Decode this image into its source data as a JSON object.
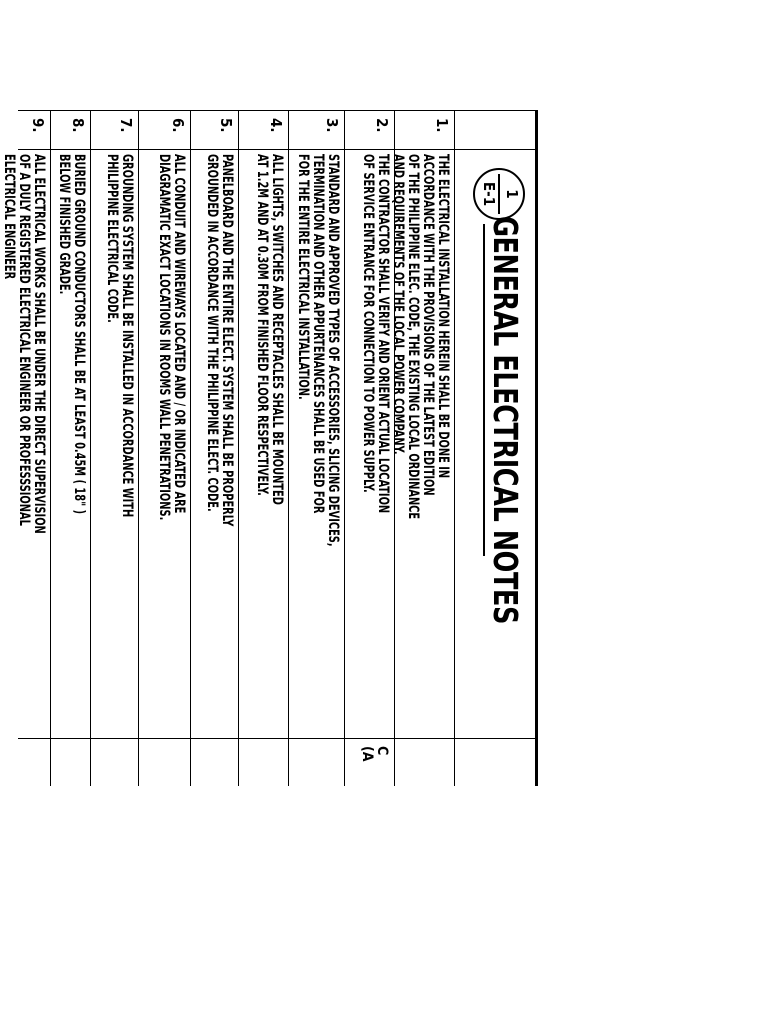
{
  "sheet": {
    "title": "GENERAL ELECTRICAL NOTES",
    "ref_number": "1",
    "ref_sheet": "E-1"
  },
  "notes": [
    {
      "num": "1.",
      "text": "THE ELECTRICAL INSTALLATION HEREIN SHALL BE DONE IN\nACCORDANCE WITH THE PROVISIONS OF THE LATEST EDITION\nOF THE PHILIPPINE ELEC. CODE, THE EXISTING LOCAL ORDINANCE\nAND REQUIREMENTS OF THE LOCAL POWER COMPANY."
    },
    {
      "num": "2.",
      "text": "THE CONTRACTOR SHALL VERIFY AND ORIENT ACTUAL LOCATION\nOF SERVICE ENTRANCE FOR CONNECTION TO POWER SUPPLY."
    },
    {
      "num": "3.",
      "text": "STANDARD AND APPROVED TYPES OF ACCESSORIES, SLICING DEVICES,\nTERMINATION AND OTHER APPURTENANCES SHALL BE USED FOR\nFOR THE ENTIRE ELECTRICAL INSTALLATION."
    },
    {
      "num": "4.",
      "text": "ALL LIGHTS, SWITCHES AND RECEPTACLES SHALL BE MOUNTED\nAT 1.2M AND AT 0.30M FROM FINISHED FLOOR RESPECTIVELY."
    },
    {
      "num": "5.",
      "text": "PANELBOARD AND THE ENTIRE ELECT. SYSTEM SHALL BE PROPERLY\nGROUNDED IN ACCORDANCE WITH THE PHILIPPINE ELECT. CODE."
    },
    {
      "num": "6.",
      "text": "ALL CONDUIT AND WIREWAYS LOCATED AND / OR INDICATED ARE\nDIAGRAMATIC EXACT LOCATIONS IN ROOMS WALL PENETRATIONS."
    },
    {
      "num": "7.",
      "text": "GROUNDING SYSTEM SHALL BE INSTALLED IN ACCORDANCE WITH\nPHILIPPINE ELECTRICAL CODE."
    },
    {
      "num": "8.",
      "text": "BURIED GROUND CONDUCTORS SHALL BE AT LEAST 0.45M ( 18\" )\n    BELOW FINISHED GRADE."
    },
    {
      "num": "9.",
      "text": "ALL ELECTRICAL WORKS SHALL BE UNDER THE DIRECT SUPERVISION\nOF A DULY REGISTERED ELECTRICAL ENGINEER OR PROFESSSIONAL\nELECTRICAL ENGINEER"
    }
  ],
  "edge_fragment": {
    "line1": "C",
    "line2": "(A"
  }
}
